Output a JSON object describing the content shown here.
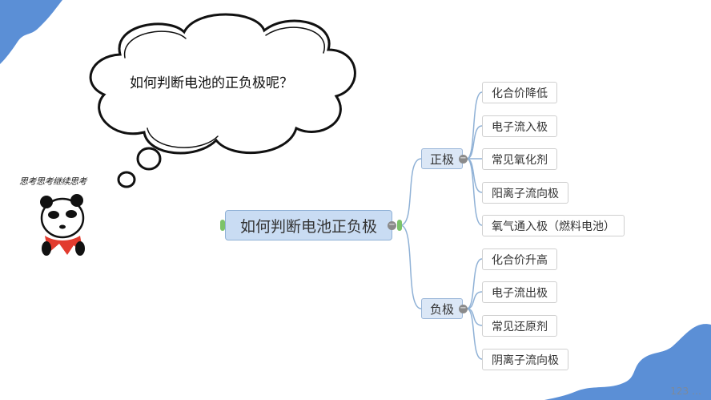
{
  "thought_cloud": {
    "text": "如何判断电池的正负极呢？"
  },
  "panda": {
    "caption": "思考思考继续思考"
  },
  "mindmap": {
    "root": "如何判断电池正负极",
    "positive": {
      "label": "正极",
      "items": [
        "化合价降低",
        "电子流入极",
        "常见氧化剂",
        "阳离子流向极",
        "氧气通入极（燃料电池）"
      ]
    },
    "negative": {
      "label": "负极",
      "items": [
        "化合价升高",
        "电子流出极",
        "常见还原剂",
        "阴离子流向极"
      ]
    }
  },
  "watermark": "123 …",
  "colors": {
    "accent_blue": "#5b8fd6",
    "root_fill": "#c9dcf3",
    "connector": "#8fb1d6"
  }
}
